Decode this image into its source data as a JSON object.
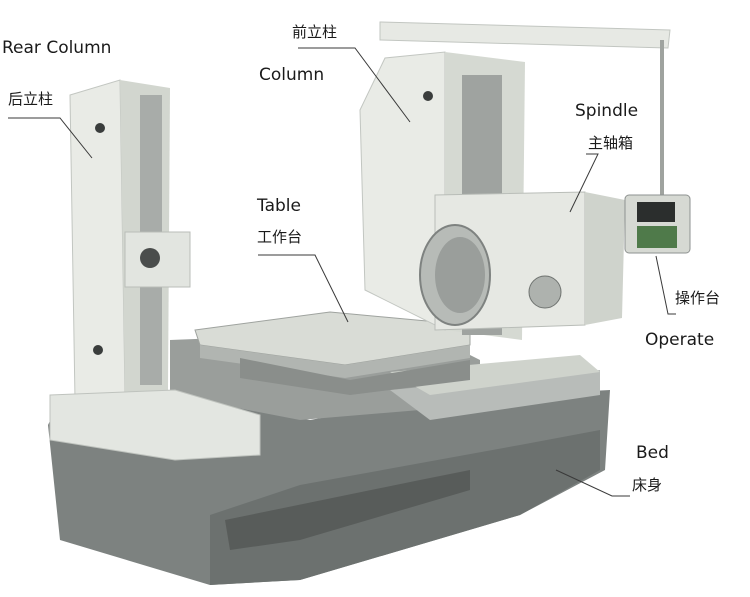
{
  "labels": {
    "rear_column_en": "Rear Column",
    "rear_column_zh": "后立柱",
    "column_zh": "前立柱",
    "column_en": "Column",
    "spindle_en": "Spindle",
    "spindle_zh": "主轴箱",
    "table_en": "Table",
    "table_zh": "工作台",
    "operate_zh": "操作台",
    "operate_en": "Operate",
    "bed_en": "Bed",
    "bed_zh": "床身"
  },
  "colors": {
    "machine_light": "#e9ebe6",
    "machine_mid": "#cfd3cc",
    "machine_dark_grey": "#8e9290",
    "base_grey": "#7d8280",
    "rail_steel": "#b8bcb9",
    "label_text": "#1a1a1a",
    "leader_line": "#3a3a3a"
  }
}
